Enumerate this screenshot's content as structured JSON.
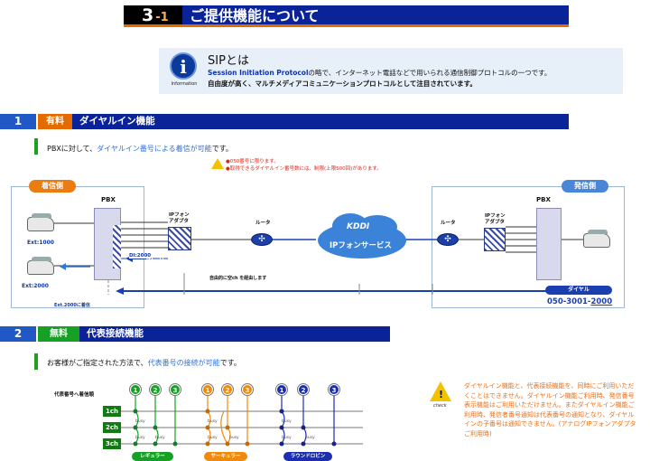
{
  "header": {
    "number": "3",
    "number_suffix": "-1",
    "title": "ご提供機能について"
  },
  "info": {
    "icon_label": "Information",
    "heading": "SIP",
    "heading_suffix": "とは",
    "line1_em": "Session Initiation Protocol",
    "line1_rest": "の略で、インターネット電話などで用いられる通信制御プロトコルの一つです。",
    "line2": "自由度が高く、マルチメディアコミュニケーションプロトコルとして注目されています。"
  },
  "section1": {
    "number": "1",
    "badge": "有料",
    "title": "ダイヤルイン機能",
    "desc_pre": "PBXに対して、",
    "desc_em": "ダイヤルイン番号による着信が可能",
    "desc_post": "です。",
    "notes": [
      "●050番号に限ります。",
      "●取得できるダイヤルイン番号数には、制限(上限500回)があります。"
    ],
    "diagram": {
      "left_zone": "着信側",
      "right_zone": "発信側",
      "pbx": "PBX",
      "adapter": "IPフォン\nアダプタ",
      "router": "ルータ",
      "cloud_logo": "KDDI",
      "cloud": "IPフォンサービス",
      "ext1": "Ext:1000",
      "ext2": "Ext:2000",
      "di": "DI:2000",
      "route_note": "自由的に空ch を経由します",
      "ext_note": "Ext.2000に着信",
      "dial_label": "ダイヤル",
      "dial_prefix": "050-3001-",
      "dial_underline": "2000"
    }
  },
  "section2": {
    "number": "2",
    "badge": "無料",
    "title": "代表接続機能",
    "desc_pre": "お客様がご指定された方法で、",
    "desc_em": "代表番号の接続が可能",
    "desc_post": "です。",
    "diagram_title": "代表番号へ着信順",
    "channels": [
      "1ch",
      "2ch",
      "3ch"
    ],
    "busy": "busy",
    "modes": [
      {
        "label": "レギュラー",
        "color": "#16a026"
      },
      {
        "label": "サーキュラー",
        "color": "#f08a0f"
      },
      {
        "label": "ラウンドロビン",
        "color": "#1b2fb0"
      }
    ],
    "balls": [
      "1",
      "2",
      "3"
    ],
    "check_label": "check",
    "warning": "ダイヤルイン機能と、代表接続機能を、同時にご利用いただくことはできません。ダイヤルイン機能ご利用時、発信番号表示機能はご利用いただけません。またダイヤルイン機能ご利用時、発信者番号通知は代表番号の通知となり、ダイヤルインの子番号は通知できません。(アナログIPフォンアダプタご利用時)"
  },
  "colors": {
    "navy": "#0a2399",
    "blue": "#2257c6",
    "orange": "#e36b00",
    "green": "#16a026",
    "accent_text": "#2f6fd6",
    "warn": "#e8701a"
  }
}
